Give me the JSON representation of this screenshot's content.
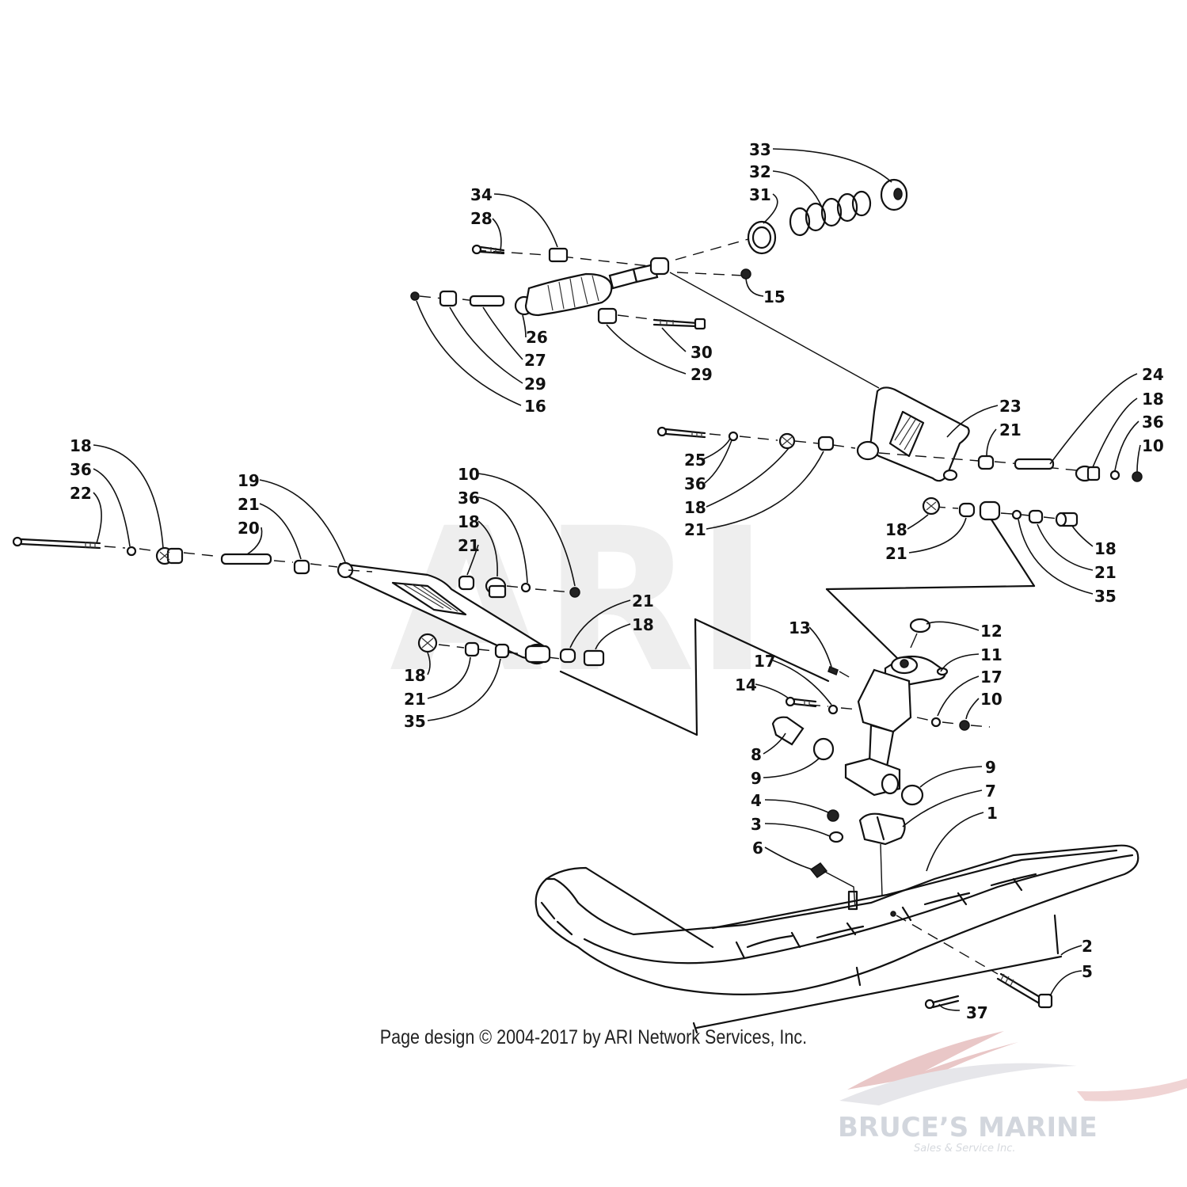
{
  "diagram": {
    "background_mark": "ARI",
    "callouts": [
      {
        "id": "c33-top",
        "label": "33"
      },
      {
        "id": "c32-top",
        "label": "32"
      },
      {
        "id": "c31-top",
        "label": "31"
      },
      {
        "id": "c34",
        "label": "34"
      },
      {
        "id": "c28",
        "label": "28"
      },
      {
        "id": "c15",
        "label": "15"
      },
      {
        "id": "c26",
        "label": "26"
      },
      {
        "id": "c27",
        "label": "27"
      },
      {
        "id": "c29a",
        "label": "29"
      },
      {
        "id": "c16",
        "label": "16"
      },
      {
        "id": "c30",
        "label": "30"
      },
      {
        "id": "c29b",
        "label": "29"
      },
      {
        "id": "c24",
        "label": "24"
      },
      {
        "id": "c23",
        "label": "23"
      },
      {
        "id": "c18r1",
        "label": "18"
      },
      {
        "id": "c21r1",
        "label": "21"
      },
      {
        "id": "c36r1",
        "label": "36"
      },
      {
        "id": "c10r1",
        "label": "10"
      },
      {
        "id": "c25",
        "label": "25"
      },
      {
        "id": "c36r2",
        "label": "36"
      },
      {
        "id": "c18r2",
        "label": "18"
      },
      {
        "id": "c21r2",
        "label": "21"
      },
      {
        "id": "c18r3",
        "label": "18"
      },
      {
        "id": "c21r3",
        "label": "21"
      },
      {
        "id": "c18r4",
        "label": "18"
      },
      {
        "id": "c21r4",
        "label": "21"
      },
      {
        "id": "c35r",
        "label": "35"
      },
      {
        "id": "c18l1",
        "label": "18"
      },
      {
        "id": "c36l1",
        "label": "36"
      },
      {
        "id": "c22",
        "label": "22"
      },
      {
        "id": "c19",
        "label": "19"
      },
      {
        "id": "c21l1",
        "label": "21"
      },
      {
        "id": "c20",
        "label": "20"
      },
      {
        "id": "c10l",
        "label": "10"
      },
      {
        "id": "c36l2",
        "label": "36"
      },
      {
        "id": "c18l2",
        "label": "18"
      },
      {
        "id": "c21l2",
        "label": "21"
      },
      {
        "id": "c21l3",
        "label": "21"
      },
      {
        "id": "c18l3",
        "label": "18"
      },
      {
        "id": "c18l4",
        "label": "18"
      },
      {
        "id": "c21l4",
        "label": "21"
      },
      {
        "id": "c35l",
        "label": "35"
      },
      {
        "id": "c13",
        "label": "13"
      },
      {
        "id": "c12",
        "label": "12"
      },
      {
        "id": "c11",
        "label": "11"
      },
      {
        "id": "c17a",
        "label": "17"
      },
      {
        "id": "c14",
        "label": "14"
      },
      {
        "id": "c17b",
        "label": "17"
      },
      {
        "id": "c10b",
        "label": "10"
      },
      {
        "id": "c8",
        "label": "8"
      },
      {
        "id": "c9a",
        "label": "9"
      },
      {
        "id": "c9b",
        "label": "9"
      },
      {
        "id": "c7",
        "label": "7"
      },
      {
        "id": "c4",
        "label": "4"
      },
      {
        "id": "c3",
        "label": "3"
      },
      {
        "id": "c1",
        "label": "1"
      },
      {
        "id": "c6",
        "label": "6"
      },
      {
        "id": "c2",
        "label": "2"
      },
      {
        "id": "c5",
        "label": "5"
      },
      {
        "id": "c37",
        "label": "37"
      }
    ]
  },
  "footer": {
    "copyright": "Page design © 2004-2017 by ARI Network Services, Inc."
  },
  "watermark": {
    "brand": "BRUCE’S MARINE",
    "tagline": "Sales & Service Inc."
  },
  "colors": {
    "line": "#111111",
    "watermark_gray": "#d2d6dd",
    "watermark_red": "#e9c7c7"
  }
}
